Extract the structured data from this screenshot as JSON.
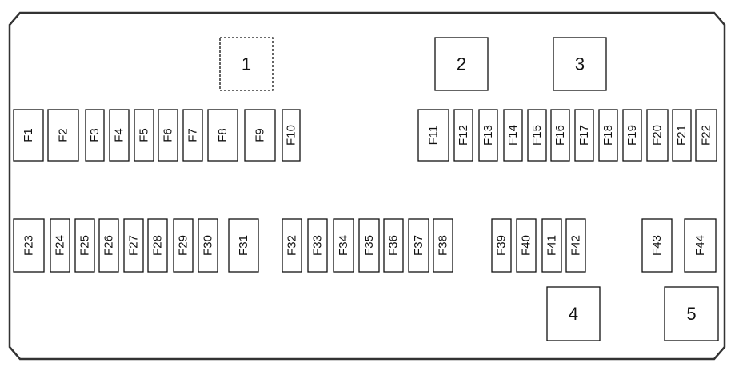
{
  "fuses": [
    "F1",
    "F2",
    "F3",
    "F4",
    "F5",
    "F6",
    "F7",
    "F8",
    "F9",
    "F10",
    "F11",
    "F12",
    "F13",
    "F14",
    "F15",
    "F16",
    "F17",
    "F18",
    "F19",
    "F20",
    "F21",
    "F22",
    "F23",
    "F24",
    "F25",
    "F26",
    "F27",
    "F28",
    "F29",
    "F30",
    "F31",
    "F32",
    "F33",
    "F34",
    "F35",
    "F36",
    "F37",
    "F38",
    "F39",
    "F40",
    "F41",
    "F42",
    "F43",
    "F44"
  ],
  "relays": [
    "1",
    "2",
    "3",
    "4",
    "5"
  ],
  "colors": {
    "outline": "#333333",
    "box_stroke": "#111111",
    "text": "#111111",
    "background": "#ffffff"
  }
}
